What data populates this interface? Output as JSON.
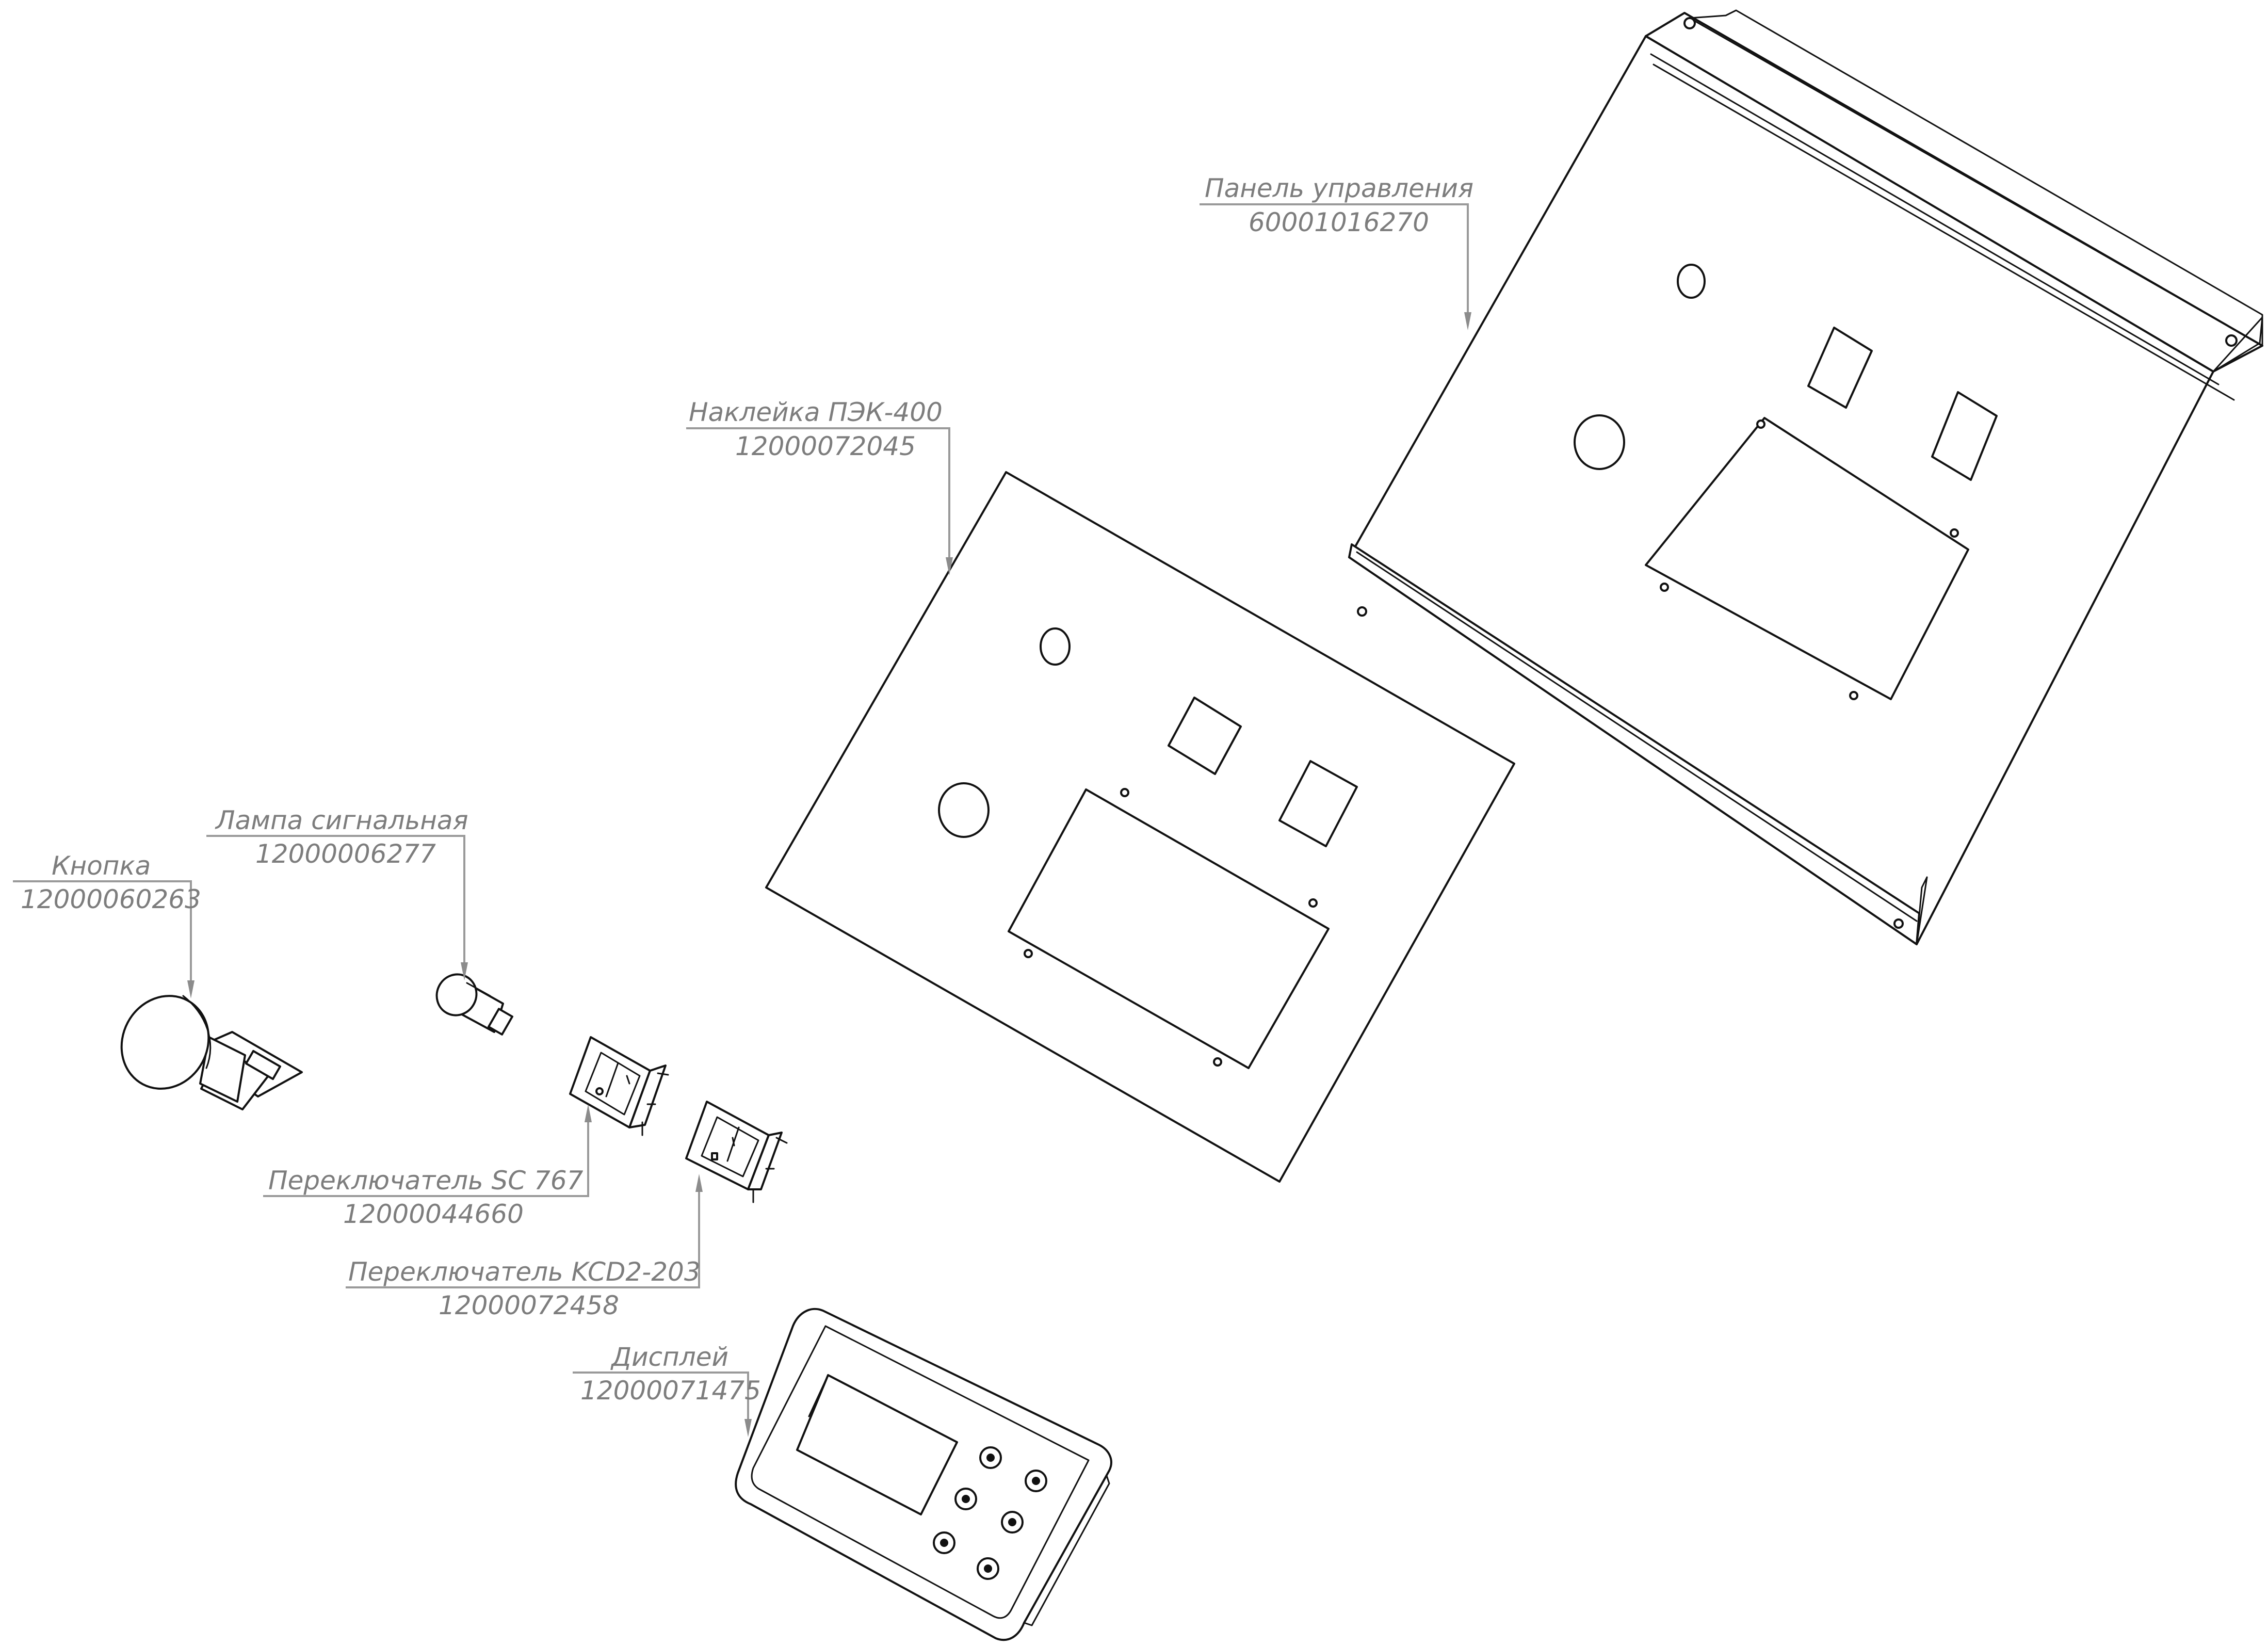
{
  "labels": {
    "panel": {
      "name": "Панель управления",
      "code": "60001016270"
    },
    "sticker": {
      "name": "Наклейка ПЭК-400",
      "code": "12000072045"
    },
    "lamp": {
      "name": "Лампа сигнальная",
      "code": "12000006277"
    },
    "button": {
      "name": "Кнопка",
      "code": "12000060263"
    },
    "switch_sc": {
      "name": "Переключатель SC 767",
      "code": "12000044660"
    },
    "switch_kcd": {
      "name": "Переключатель KCD2-203",
      "code": "12000072458"
    },
    "display": {
      "name": "Дисплей",
      "code": "12000071475"
    }
  },
  "colors": {
    "line": "#111111",
    "label_text": "#7d7d7d",
    "leader": "#9a9a9a",
    "background": "#ffffff"
  }
}
